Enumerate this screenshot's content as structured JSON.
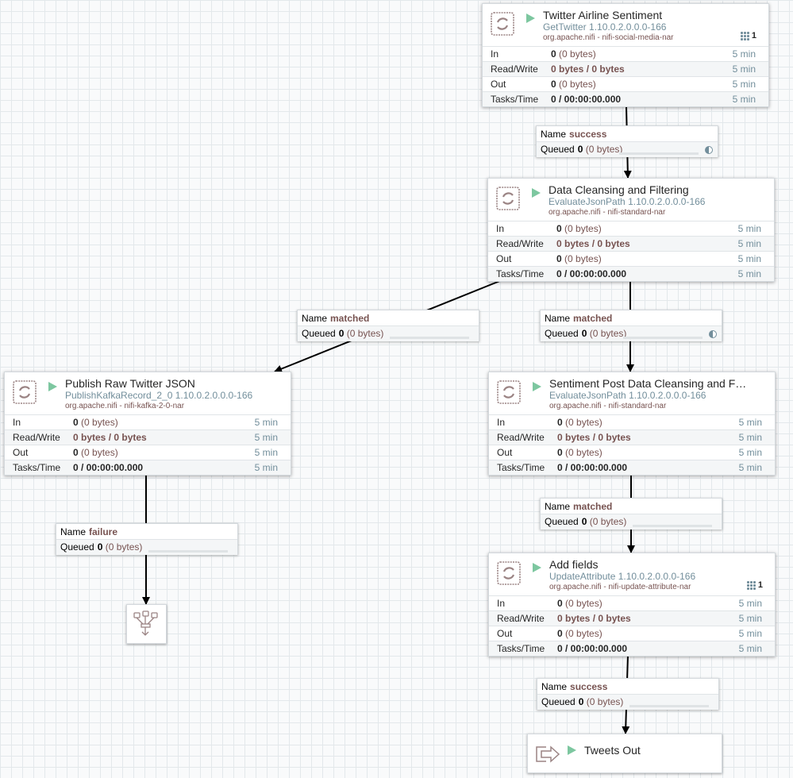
{
  "processors": [
    {
      "name": "Twitter Airline Sentiment",
      "type": "GetTwitter 1.10.0.2.0.0.0-166",
      "bundle": "org.apache.nifi - nifi-social-media-nar",
      "bulletin_count": "1",
      "stats": [
        {
          "label": "In",
          "value": "0",
          "value2": "(0 bytes)",
          "time": "5 min"
        },
        {
          "label": "Read/Write",
          "value": "0 bytes / 0 bytes",
          "value2": "",
          "time": "5 min"
        },
        {
          "label": "Out",
          "value": "0",
          "value2": "(0 bytes)",
          "time": "5 min"
        },
        {
          "label": "Tasks/Time",
          "value": "0 / 00:00:00.000",
          "value2": "",
          "time": "5 min"
        }
      ]
    },
    {
      "name": "Data Cleansing and Filtering",
      "type": "EvaluateJsonPath 1.10.0.2.0.0.0-166",
      "bundle": "org.apache.nifi - nifi-standard-nar",
      "stats": [
        {
          "label": "In",
          "value": "0",
          "value2": "(0 bytes)",
          "time": "5 min"
        },
        {
          "label": "Read/Write",
          "value": "0 bytes / 0 bytes",
          "value2": "",
          "time": "5 min"
        },
        {
          "label": "Out",
          "value": "0",
          "value2": "(0 bytes)",
          "time": "5 min"
        },
        {
          "label": "Tasks/Time",
          "value": "0 / 00:00:00.000",
          "value2": "",
          "time": "5 min"
        }
      ]
    },
    {
      "name": "Publish Raw Twitter JSON",
      "type": "PublishKafkaRecord_2_0 1.10.0.2.0.0.0-166",
      "bundle": "org.apache.nifi - nifi-kafka-2-0-nar",
      "stats": [
        {
          "label": "In",
          "value": "0",
          "value2": "(0 bytes)",
          "time": "5 min"
        },
        {
          "label": "Read/Write",
          "value": "0 bytes / 0 bytes",
          "value2": "",
          "time": "5 min"
        },
        {
          "label": "Out",
          "value": "0",
          "value2": "(0 bytes)",
          "time": "5 min"
        },
        {
          "label": "Tasks/Time",
          "value": "0 / 00:00:00.000",
          "value2": "",
          "time": "5 min"
        }
      ]
    },
    {
      "name": "Sentiment Post Data Cleansing and F…",
      "type": "EvaluateJsonPath 1.10.0.2.0.0.0-166",
      "bundle": "org.apache.nifi - nifi-standard-nar",
      "stats": [
        {
          "label": "In",
          "value": "0",
          "value2": "(0 bytes)",
          "time": "5 min"
        },
        {
          "label": "Read/Write",
          "value": "0 bytes / 0 bytes",
          "value2": "",
          "time": "5 min"
        },
        {
          "label": "Out",
          "value": "0",
          "value2": "(0 bytes)",
          "time": "5 min"
        },
        {
          "label": "Tasks/Time",
          "value": "0 / 00:00:00.000",
          "value2": "",
          "time": "5 min"
        }
      ]
    },
    {
      "name": "Add fields",
      "type": "UpdateAttribute 1.10.0.2.0.0.0-166",
      "bundle": "org.apache.nifi - nifi-update-attribute-nar",
      "bulletin_count": "1",
      "stats": [
        {
          "label": "In",
          "value": "0",
          "value2": "(0 bytes)",
          "time": "5 min"
        },
        {
          "label": "Read/Write",
          "value": "0 bytes / 0 bytes",
          "value2": "",
          "time": "5 min"
        },
        {
          "label": "Out",
          "value": "0",
          "value2": "(0 bytes)",
          "time": "5 min"
        },
        {
          "label": "Tasks/Time",
          "value": "0 / 00:00:00.000",
          "value2": "",
          "time": "5 min"
        }
      ]
    }
  ],
  "connections": [
    {
      "name_label": "Name",
      "name": "success",
      "queued_label": "Queued",
      "queued": "0",
      "queued_bytes": "(0 bytes)"
    },
    {
      "name_label": "Name",
      "name": "matched",
      "queued_label": "Queued",
      "queued": "0",
      "queued_bytes": "(0 bytes)"
    },
    {
      "name_label": "Name",
      "name": "matched",
      "queued_label": "Queued",
      "queued": "0",
      "queued_bytes": "(0 bytes)"
    },
    {
      "name_label": "Name",
      "name": "matched",
      "queued_label": "Queued",
      "queued": "0",
      "queued_bytes": "(0 bytes)"
    },
    {
      "name_label": "Name",
      "name": "failure",
      "queued_label": "Queued",
      "queued": "0",
      "queued_bytes": "(0 bytes)"
    },
    {
      "name_label": "Name",
      "name": "success",
      "queued_label": "Queued",
      "queued": "0",
      "queued_bytes": "(0 bytes)"
    }
  ],
  "output_port": {
    "name": "Tweets Out"
  },
  "colors": {
    "canvas": "#f9fafb",
    "grid": "#e3e8eb",
    "running": "#7dc7a0",
    "type_text": "#728e9b",
    "value_text": "#775351"
  }
}
